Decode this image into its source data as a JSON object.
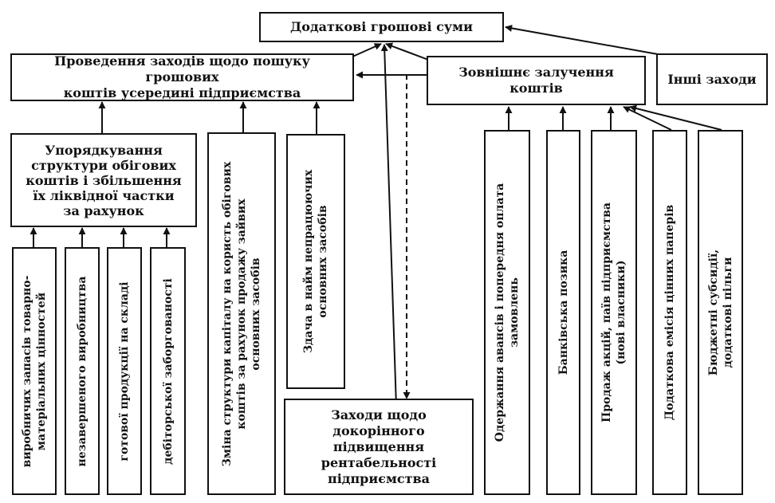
{
  "top": {
    "title": "Додаткові грошові суми"
  },
  "internal": {
    "line1": "Проведення заходів щодо пошуку грошових",
    "line2": "коштів усередині підприємства"
  },
  "external": {
    "line1": "Зовнішнє залучення",
    "line2": "коштів"
  },
  "other": {
    "label": "Інші заходи"
  },
  "working_capital": {
    "lines": [
      "Упорядкування",
      "структури обігових",
      "коштів і збільшення",
      "їх ліквідної частки",
      "за рахунок"
    ]
  },
  "wc_items": [
    {
      "lines": [
        "виробничих запасів товарно-",
        "матеріальних цінностей"
      ]
    },
    {
      "lines": [
        "незавершеного виробництва"
      ]
    },
    {
      "lines": [
        "готової продукції на складі"
      ]
    },
    {
      "lines": [
        "дебіторської заборгованості"
      ]
    }
  ],
  "capital_structure": {
    "lines": [
      "Зміна структури капіталу на користь обігових",
      "коштів за рахунок продажу зайвих",
      "основних засобів"
    ]
  },
  "lease": {
    "lines": [
      "Здача в найм непрацюючих",
      "основних засобів"
    ]
  },
  "profitability": {
    "lines": [
      "Заходи щодо",
      "докорінного",
      "підвищення",
      "рентабельності",
      "підприємства"
    ]
  },
  "ext_items": [
    {
      "lines": [
        "Одержання авансів і попередня оплата",
        "замовлень"
      ]
    },
    {
      "lines": [
        "Банківська позика"
      ]
    },
    {
      "lines": [
        "Продаж акцій, паїв підприємства",
        "(нові власники)"
      ]
    },
    {
      "lines": [
        "Додаткова емісія цінних паперів"
      ]
    },
    {
      "lines": [
        "Бюджетні субсидії,",
        "додаткові пільги"
      ]
    }
  ]
}
